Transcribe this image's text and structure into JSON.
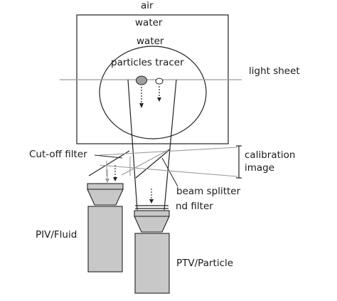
{
  "labels": {
    "air": "air",
    "water_outer": "water",
    "water_inner": "water",
    "particles_tracer": "particles tracer",
    "light_sheet": "light sheet",
    "cutoff_filter": "Cut-off filter",
    "calibration_line1": "calibration",
    "calibration_line2": "image",
    "beam_splitter": "beam splitter",
    "nd_filter": "nd filter",
    "piv_camera": "PIV/Fluid",
    "ptv_camera": "PTV/Particle"
  },
  "colors": {
    "line": "#222222",
    "gray_line": "#9a9a9a",
    "camera_fill": "#c8c8c8",
    "particle_fill": "#a0a0a0",
    "background": "#ffffff"
  }
}
